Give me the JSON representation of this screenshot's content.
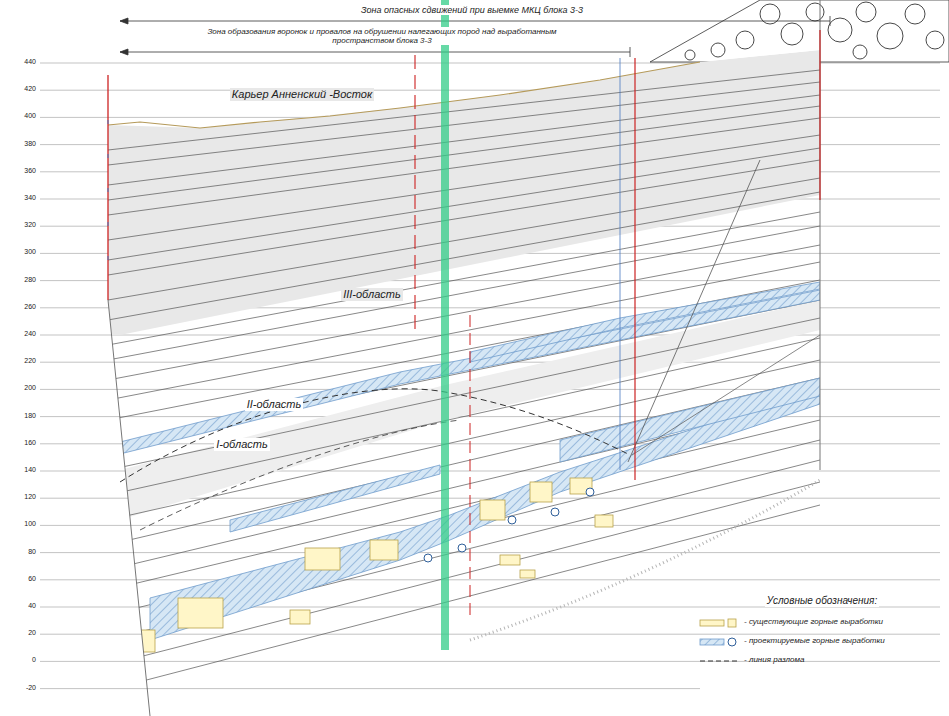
{
  "diagram": {
    "labels": [
      "Зона опасных сдвижений при выемке МКЦ блока 3-3",
      "Зона образования воронок и провалов на обрушении налегающих пород над выработанным пространством блока 3-3",
      "Карьер Анненский -Восток",
      "III-область",
      "II-область",
      "I-область",
      "Условные обозначения:",
      "440",
      "420",
      "400",
      "380",
      "360",
      "340",
      "320",
      "300",
      "280",
      "260",
      "240",
      "220",
      "200",
      "180",
      "160",
      "140",
      "120",
      "100",
      "80",
      "60",
      "40",
      "20",
      "0",
      "-20"
    ],
    "legend": [
      {
        "text": "- существующие горные выработки"
      },
      {
        "text": "- проектируемые горные выработки"
      },
      {
        "text": "- линия разлома"
      }
    ]
  }
}
